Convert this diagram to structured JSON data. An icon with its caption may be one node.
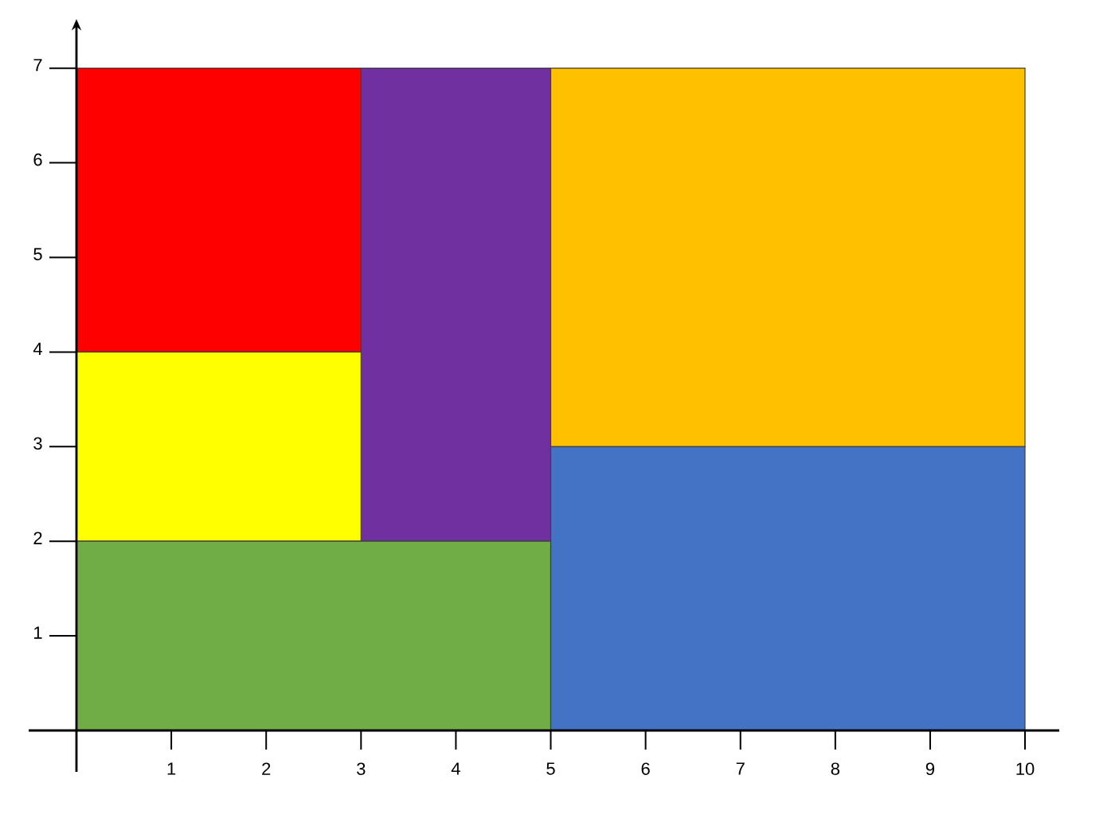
{
  "diagram": {
    "nodes": [
      {
        "text": [],
        "shape": "box"
      },
      {
        "text": [],
        "shape": "box"
      },
      {
        "text": [],
        "shape": "box"
      },
      {
        "text": [],
        "shape": "box"
      },
      {
        "text": [],
        "shape": "box"
      },
      {
        "text": [],
        "shape": "box"
      }
    ],
    "labels": [
      "7",
      "6",
      "5",
      "4",
      "3",
      "2",
      "1",
      "1",
      "2",
      "3",
      "4",
      "5",
      "6",
      "7",
      "8",
      "9",
      "10"
    ]
  }
}
